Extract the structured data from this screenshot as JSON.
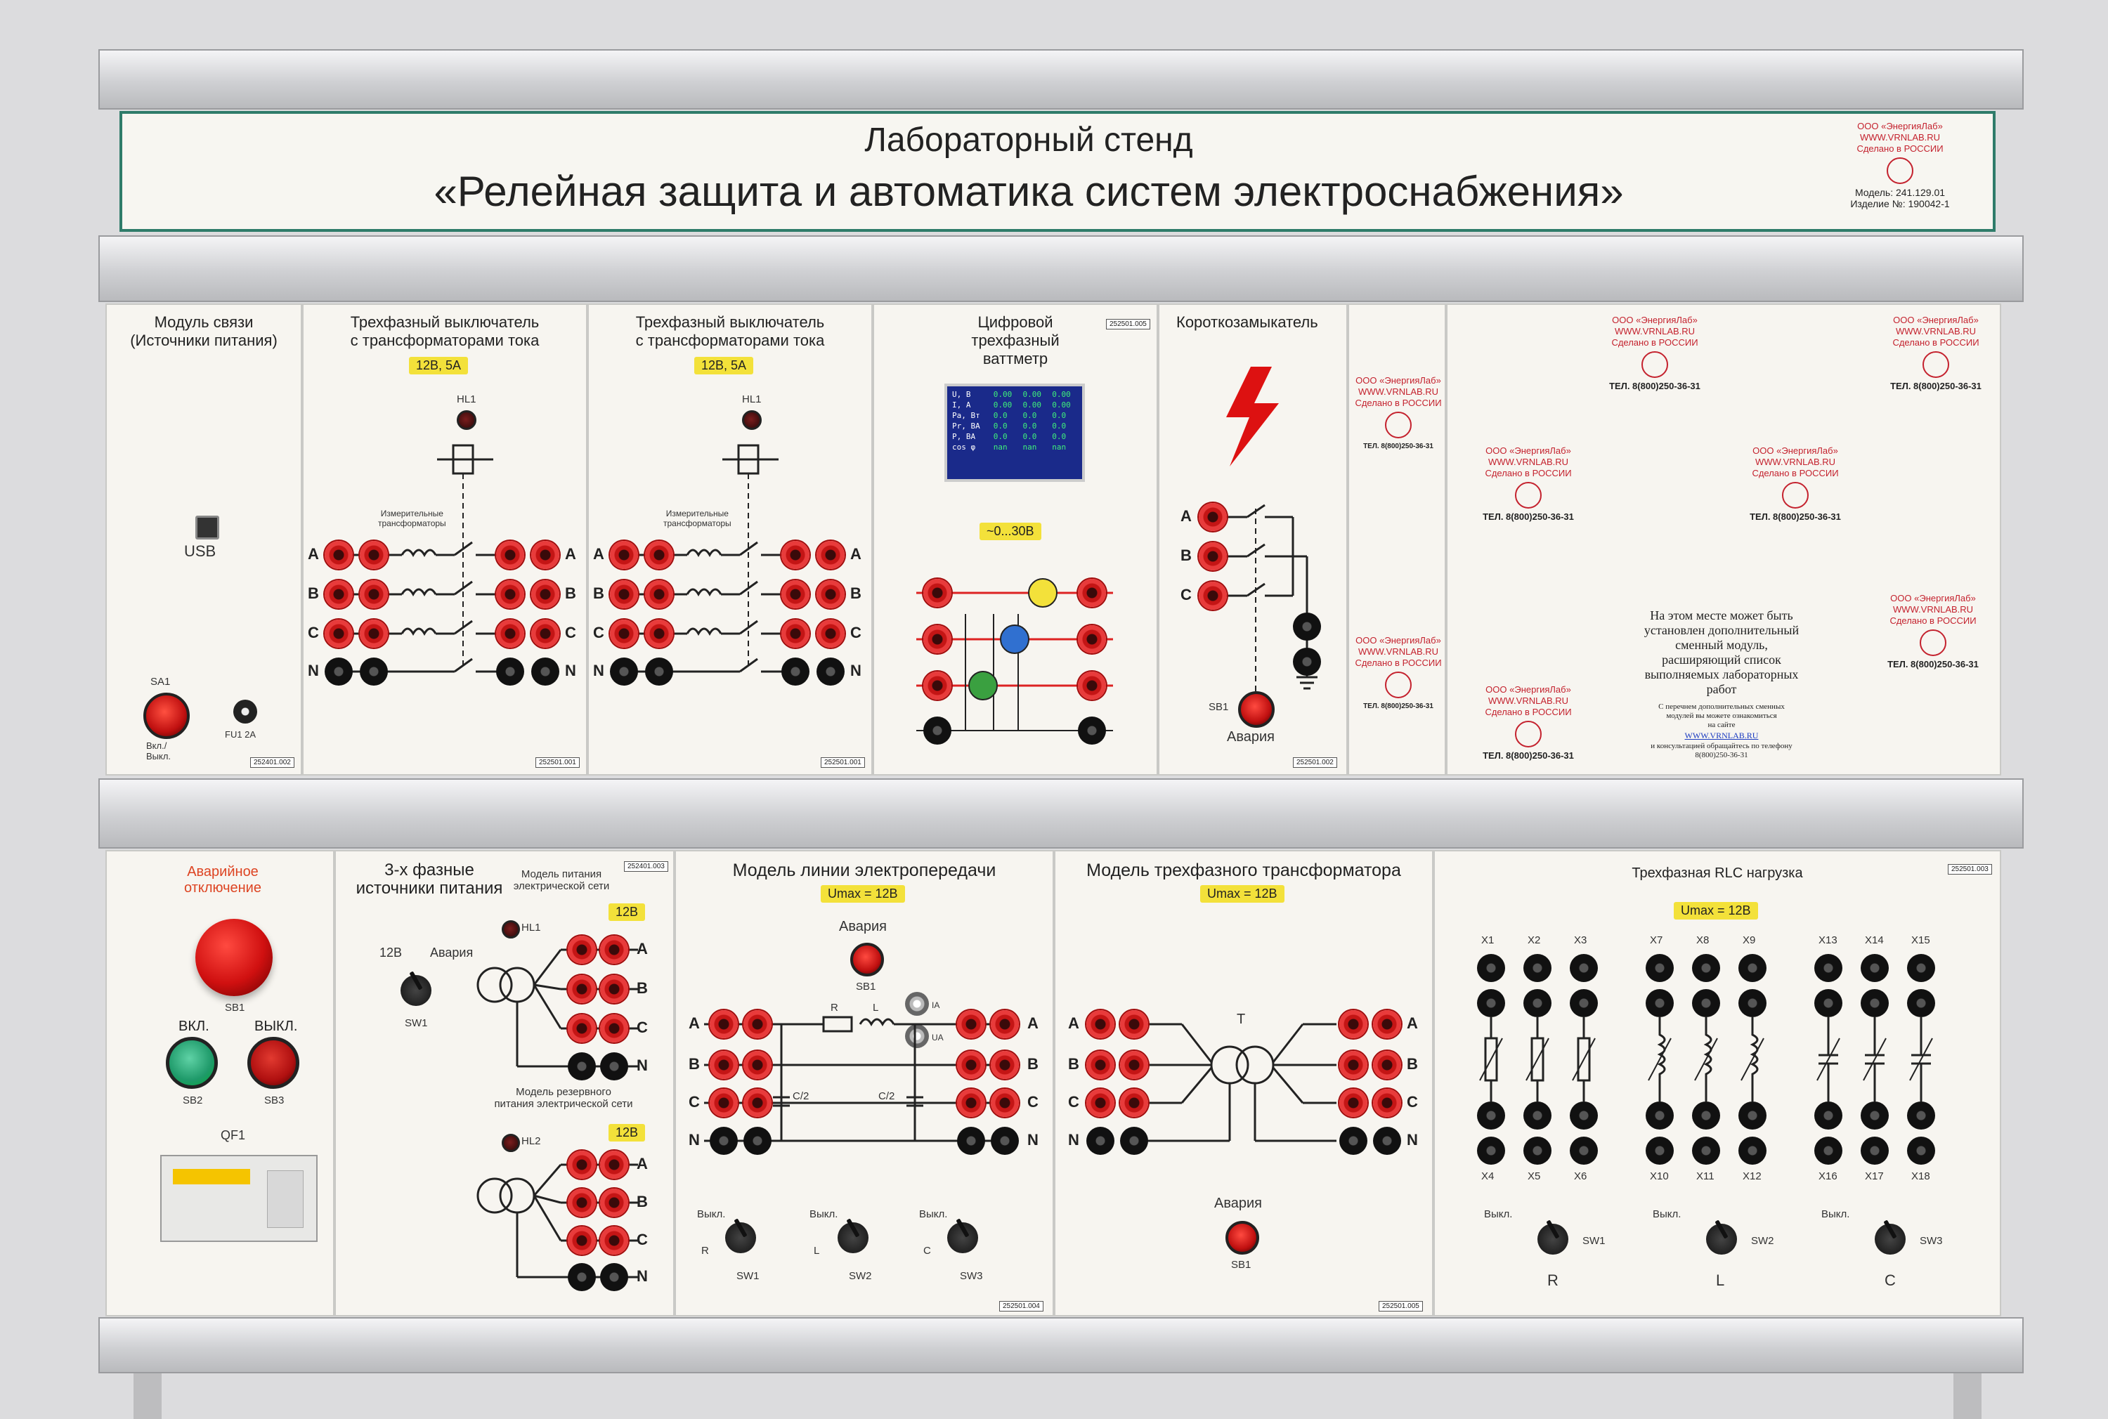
{
  "header": {
    "title_line1": "Лабораторный стенд",
    "title_line2": "«Релейная защита и автоматика систем электроснабжения»",
    "maker_line1": "ООО «ЭнергияЛаб»",
    "maker_line2": "WWW.VRNLAB.RU",
    "maker_line3": "Сделано в РОССИИ",
    "model": "Модель: 241.129.01",
    "serial": "Изделие №: 190042-1"
  },
  "top": {
    "comm": {
      "title": "Модуль связи\n(Источники питания)",
      "usb": "USB",
      "sa1": "SA1",
      "onoff": "Вкл./\nВыкл.",
      "fuse": "FU1 2А",
      "code": "252401.002"
    },
    "breaker1": {
      "title": "Трехфазный выключатель\nс трансформаторами тока",
      "rating": "12В, 5А",
      "hl": "HL1",
      "ct_label": "Измерительные\nтрансформаторы",
      "code": "252501.001"
    },
    "breaker2": {
      "title": "Трехфазный выключатель\nс трансформаторами тока",
      "rating": "12В, 5А",
      "hl": "HL1",
      "ct_label": "Измерительные\nтрансформаторы",
      "code": "252501.001"
    },
    "wattmeter": {
      "title": "Цифровой\nтрехфазный\nваттметр",
      "code": "252501.005",
      "range": "~0...30В",
      "screen_rows": [
        [
          "U, В",
          "0.00",
          "0.00",
          "0.00"
        ],
        [
          "I, А",
          "0.00",
          "0.00",
          "0.00"
        ],
        [
          "Pa, Вт",
          "0.0",
          "0.0",
          "0.0"
        ],
        [
          "Pr, ВА",
          "0.0",
          "0.0",
          "0.0"
        ],
        [
          "P, ВА",
          "0.0",
          "0.0",
          "0.0"
        ],
        [
          "cos φ",
          "nan",
          "nan",
          "nan"
        ]
      ]
    },
    "shorting": {
      "title": "Короткозамыкатель",
      "sb": "SB1",
      "alarm": "Авария",
      "code": "252501.002"
    },
    "stamp_tel_short": "ТЕЛ. 8(800)250-36-31",
    "stamp_tel": "ТЕЛ. 8(800)250-36-31",
    "blank": {
      "text": "На этом месте может быть\nустановлен дополнительный\nсменный модуль,\nрасширяющий список\nвыполняемых лабораторных\nработ",
      "small1": "С перечнем дополнительных сменных\nмодулей вы можете ознакомиться\nна сайте",
      "link": "WWW.VRNLAB.RU",
      "small2": "и консультацией обращайтесь по телефону\n8(800)250-36-31"
    }
  },
  "bottom": {
    "emergency": {
      "label": "Аварийное\nотключение",
      "sb1": "SB1",
      "on": "ВКЛ.",
      "off": "ВЫКЛ.",
      "sb2": "SB2",
      "sb3": "SB3",
      "qf": "QF1"
    },
    "sources": {
      "title": "3-х фазные\nисточники питания",
      "code": "252401.003",
      "model_main": "Модель питания\nэлектрической сети",
      "model_reserve": "Модель резервного\nпитания электрической сети",
      "v12a": "12В",
      "v12b": "12В",
      "hl1": "HL1",
      "hl2": "HL2",
      "pos12": "12В",
      "posalarm": "Авария",
      "sw1": "SW1"
    },
    "line": {
      "title": "Модель  линии электропередачи",
      "umax": "Umax = 12В",
      "alarm": "Авария",
      "sb1": "SB1",
      "c2a": "C/2",
      "c2b": "C/2",
      "r": "R",
      "l": "L",
      "ia": "IA",
      "ua": "UA",
      "off": "Выкл.",
      "sw1": "SW1",
      "sw2": "SW2",
      "sw3": "SW3",
      "rl": "R",
      "ll": "L",
      "cl": "C",
      "code": "252501.004"
    },
    "transformer": {
      "title": "Модель трехфазного трансформатора",
      "umax": "Umax = 12В",
      "t": "T",
      "alarm": "Авария",
      "sb1": "SB1",
      "code": "252501.005"
    },
    "rlc": {
      "title": "Трехфазная RLC нагрузка",
      "umax": "Umax = 12В",
      "code": "252501.003",
      "top_labels": [
        "X1",
        "X2",
        "X3",
        "X7",
        "X8",
        "X9",
        "X13",
        "X14",
        "X15"
      ],
      "bot_labels": [
        "X4",
        "X5",
        "X6",
        "X10",
        "X11",
        "X12",
        "X16",
        "X17",
        "X18"
      ],
      "off": "Выкл.",
      "sw1": "SW1",
      "sw2": "SW2",
      "sw3": "SW3",
      "r": "R",
      "l": "L",
      "c": "C"
    }
  },
  "phases": [
    "A",
    "B",
    "C",
    "N"
  ],
  "colors": {
    "jack_red": "#d21a1a",
    "jack_black": "#111111",
    "label_yellow": "#f3e13a",
    "stamp_red": "#c4222e",
    "lamp_red": "#e01e1e"
  }
}
